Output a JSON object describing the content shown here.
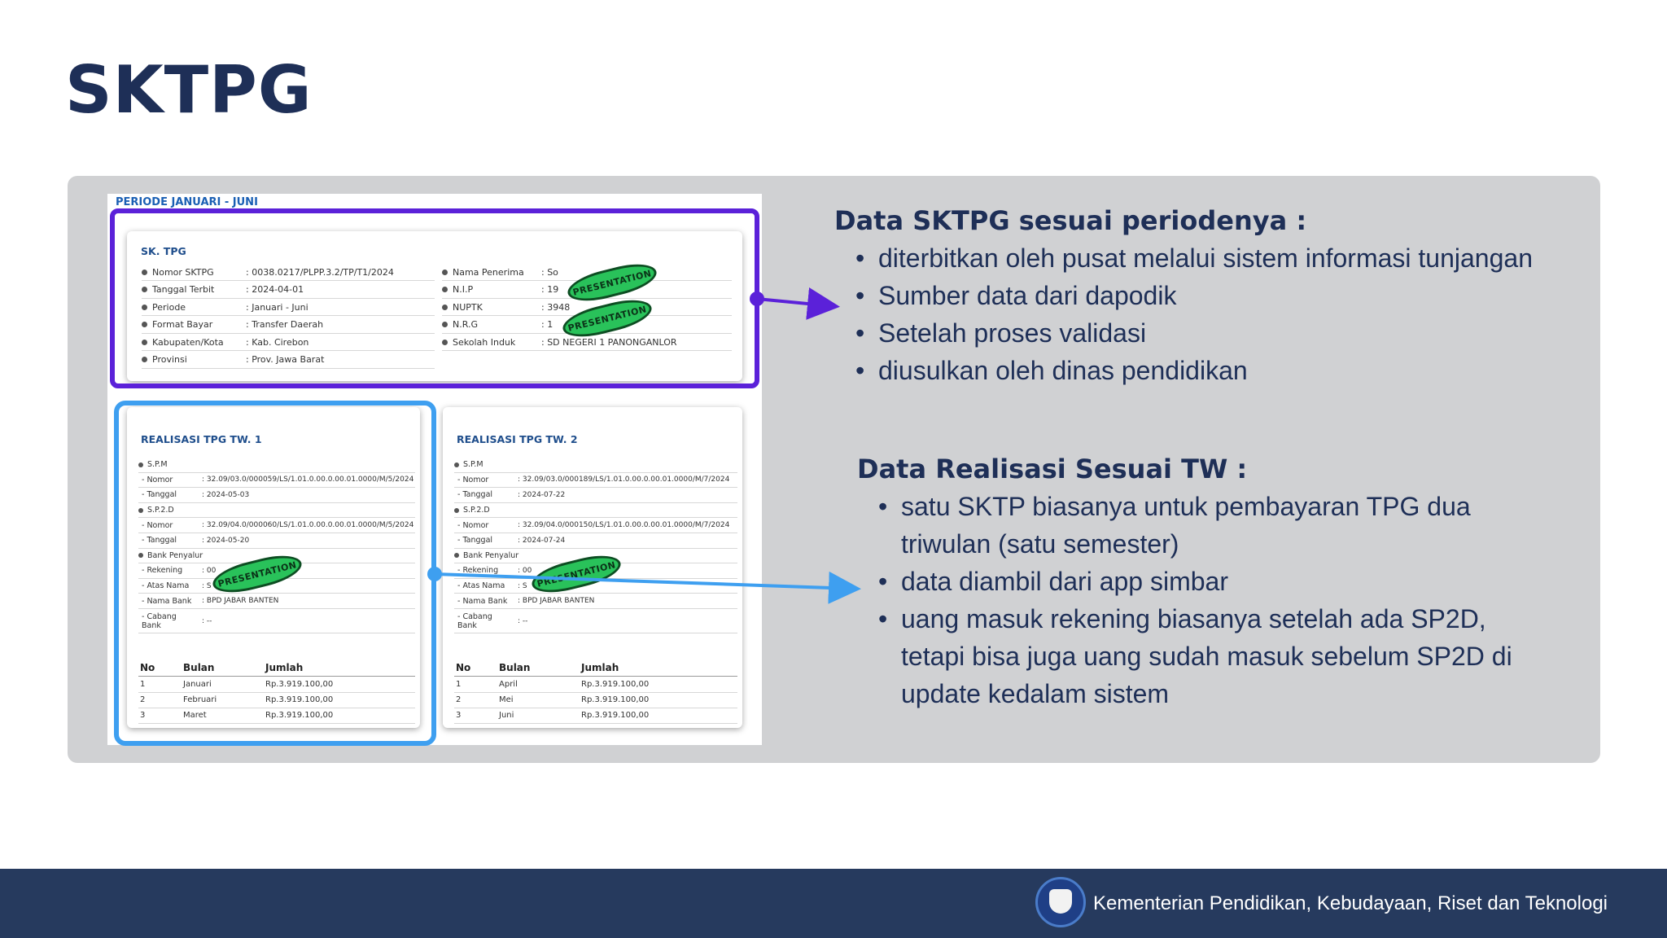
{
  "title": "SKTPG",
  "screenshot": {
    "periode": "PERIODE JANUARI - JUNI",
    "sk_tpg": {
      "title": "SK. TPG",
      "left_rows": [
        {
          "label": "Nomor SKTPG",
          "value": ": 0038.0217/PLPP.3.2/TP/T1/2024"
        },
        {
          "label": "Tanggal Terbit",
          "value": ": 2024-04-01"
        },
        {
          "label": "Periode",
          "value": ": Januari - Juni"
        },
        {
          "label": "Format Bayar",
          "value": ": Transfer Daerah"
        },
        {
          "label": "Kabupaten/Kota",
          "value": ": Kab. Cirebon"
        },
        {
          "label": "Provinsi",
          "value": ": Prov. Jawa Barat"
        }
      ],
      "right_rows": [
        {
          "label": "Nama Penerima",
          "value": ": So"
        },
        {
          "label": "N.I.P",
          "value": ": 19"
        },
        {
          "label": "NUPTK",
          "value": ": 3948"
        },
        {
          "label": "N.R.G",
          "value": ": 1"
        },
        {
          "label": "Sekolah Induk",
          "value": ": SD NEGERI 1 PANONGANLOR"
        }
      ]
    },
    "tw1": {
      "title": "REALISASI TPG TW. 1",
      "rows": [
        {
          "label": "S.P.M",
          "value": "",
          "dot": true
        },
        {
          "label": "- Nomor",
          "value": ": 32.09/03.0/000059/LS/1.01.0.00.0.00.01.0000/M/5/2024",
          "dot": false
        },
        {
          "label": "- Tanggal",
          "value": ": 2024-05-03",
          "dot": false
        },
        {
          "label": "S.P.2.D",
          "value": "",
          "dot": true
        },
        {
          "label": "- Nomor",
          "value": ": 32.09/04.0/000060/LS/1.01.0.00.0.00.01.0000/M/5/2024",
          "dot": false
        },
        {
          "label": "- Tanggal",
          "value": ": 2024-05-20",
          "dot": false
        },
        {
          "label": "Bank Penyalur",
          "value": "",
          "dot": true
        },
        {
          "label": "- Rekening",
          "value": ": 00",
          "dot": false
        },
        {
          "label": "- Atas Nama",
          "value": ": S",
          "dot": false
        },
        {
          "label": "- Nama Bank",
          "value": ": BPD JABAR BANTEN",
          "dot": false
        },
        {
          "label": "- Cabang Bank",
          "value": ": --",
          "dot": false
        }
      ],
      "table_headers": [
        "No",
        "Bulan",
        "Jumlah"
      ],
      "table_rows": [
        [
          "1",
          "Januari",
          "Rp.3.919.100,00"
        ],
        [
          "2",
          "Februari",
          "Rp.3.919.100,00"
        ],
        [
          "3",
          "Maret",
          "Rp.3.919.100,00"
        ]
      ]
    },
    "tw2": {
      "title": "REALISASI TPG TW. 2",
      "rows": [
        {
          "label": "S.P.M",
          "value": "",
          "dot": true
        },
        {
          "label": "- Nomor",
          "value": ": 32.09/03.0/000189/LS/1.01.0.00.0.00.01.0000/M/7/2024",
          "dot": false
        },
        {
          "label": "- Tanggal",
          "value": ": 2024-07-22",
          "dot": false
        },
        {
          "label": "S.P.2.D",
          "value": "",
          "dot": true
        },
        {
          "label": "- Nomor",
          "value": ": 32.09/04.0/000150/LS/1.01.0.00.0.00.01.0000/M/7/2024",
          "dot": false
        },
        {
          "label": "- Tanggal",
          "value": ": 2024-07-24",
          "dot": false
        },
        {
          "label": "Bank Penyalur",
          "value": "",
          "dot": true
        },
        {
          "label": "- Rekening",
          "value": ": 00",
          "dot": false
        },
        {
          "label": "- Atas Nama",
          "value": ": S",
          "dot": false
        },
        {
          "label": "- Nama Bank",
          "value": ": BPD JABAR BANTEN",
          "dot": false
        },
        {
          "label": "- Cabang Bank",
          "value": ": --",
          "dot": false
        }
      ],
      "table_headers": [
        "No",
        "Bulan",
        "Jumlah"
      ],
      "table_rows": [
        [
          "1",
          "April",
          "Rp.3.919.100,00"
        ],
        [
          "2",
          "Mei",
          "Rp.3.919.100,00"
        ],
        [
          "3",
          "Juni",
          "Rp.3.919.100,00"
        ]
      ]
    },
    "stamp_text": "PRESENTATION"
  },
  "section1": {
    "heading": "Data SKTPG sesuai periodenya :",
    "bullets": [
      "diterbitkan oleh pusat melalui sistem informasi tunjangan",
      "Sumber data dari dapodik",
      "Setelah proses validasi",
      "diusulkan oleh dinas pendidikan"
    ]
  },
  "section2": {
    "heading": "Data Realisasi Sesuai TW :",
    "bullets": [
      "satu SKTP biasanya untuk pembayaran TPG dua triwulan (satu semester)",
      "data diambil dari app simbar",
      "uang masuk rekening biasanya setelah ada SP2D, tetapi bisa juga uang sudah masuk sebelum SP2D di update kedalam sistem"
    ]
  },
  "bullet_char": "•",
  "footer": {
    "text": "Kementerian Pendidikan, Kebudayaan, Riset dan Teknologi",
    "logo_icon": "tut-wuri-handayani-logo"
  },
  "colors": {
    "title": "#1e2f57",
    "panel": "#d0d1d3",
    "purple_highlight": "#5b21d9",
    "blue_highlight": "#3e9ff0",
    "footer": "#263a5e"
  }
}
